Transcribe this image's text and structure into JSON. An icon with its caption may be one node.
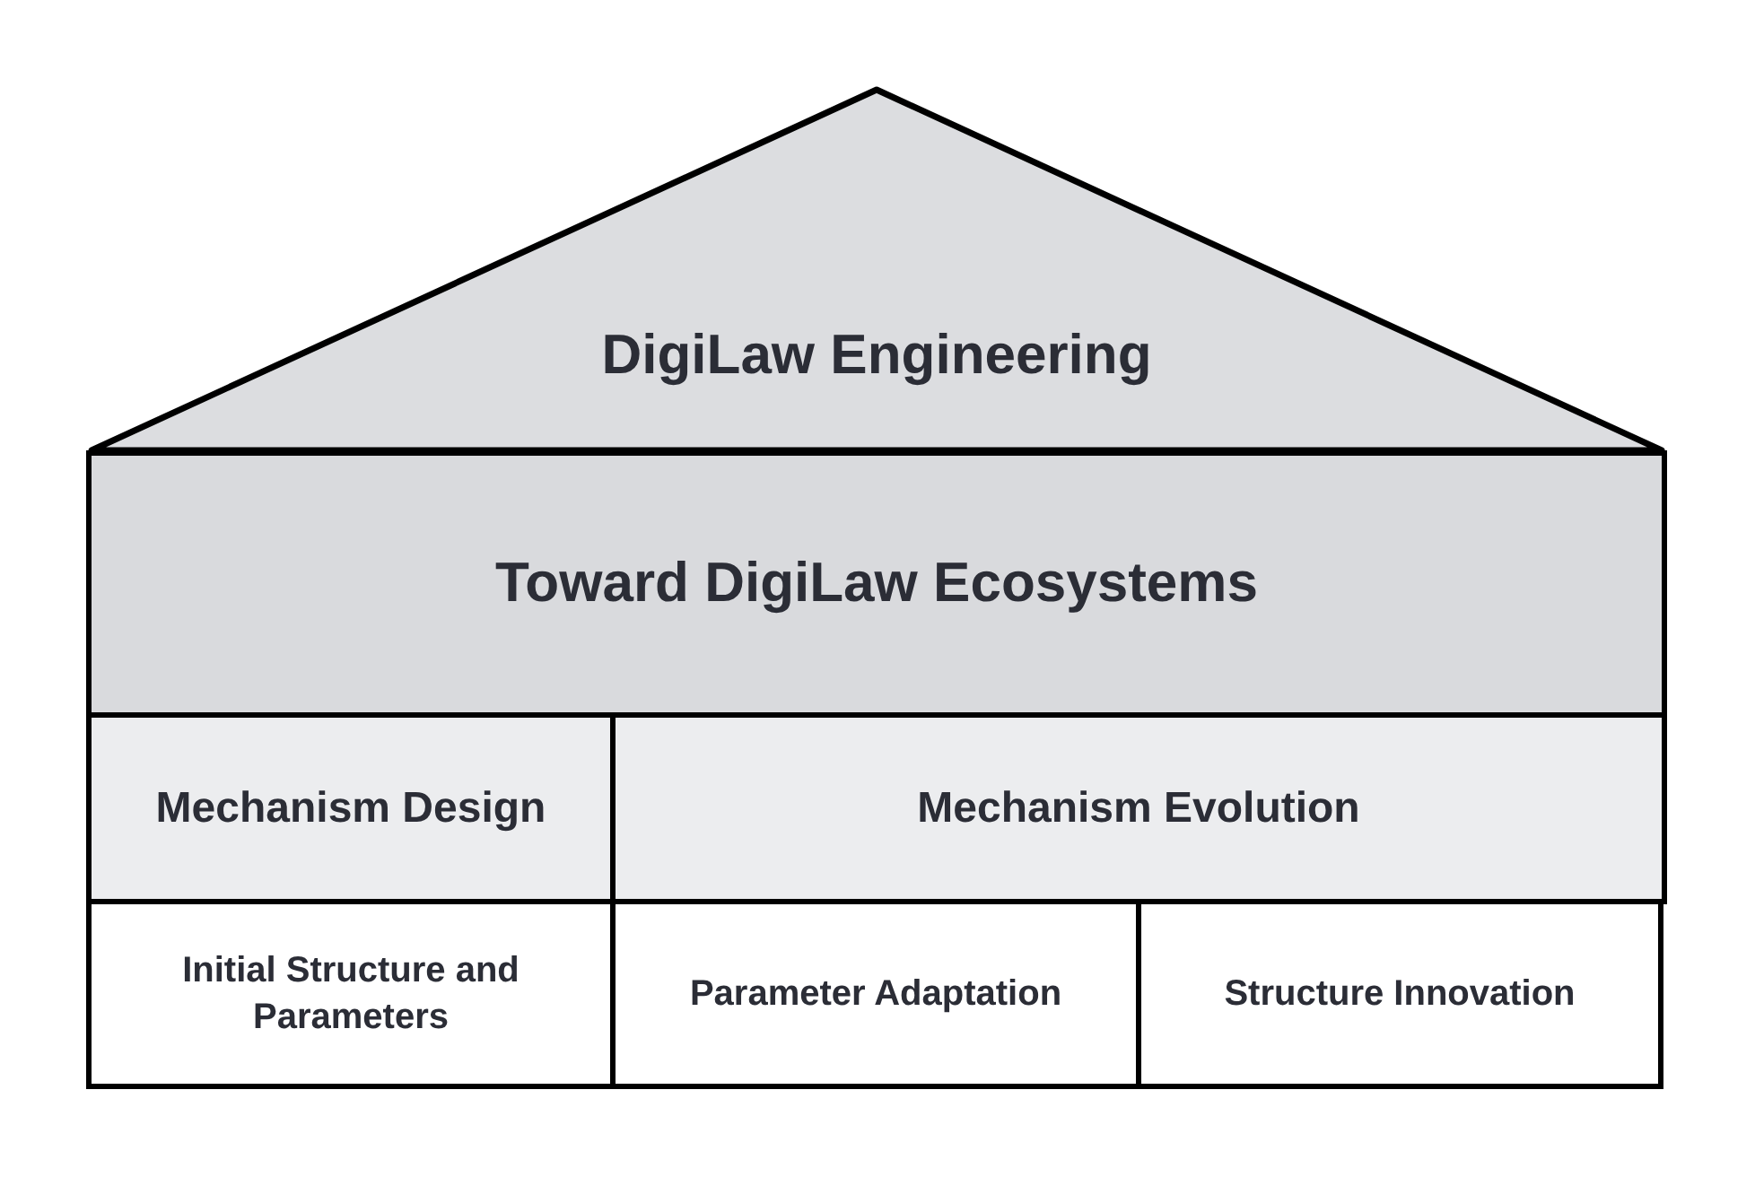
{
  "diagram": {
    "nodes": [
      {
        "text": [
          "DigiLaw Engineering"
        ]
      },
      {
        "text": [
          "Toward DigiLaw Ecosystems"
        ]
      },
      {
        "text": [
          "Mechanism Design"
        ]
      },
      {
        "text": [
          "Mechanism Evolution"
        ]
      },
      {
        "text": [
          "Initial Structure and Parameters"
        ]
      },
      {
        "text": [
          "Parameter Adaptation"
        ]
      },
      {
        "text": [
          "Structure Innovation"
        ]
      }
    ],
    "edges": []
  }
}
